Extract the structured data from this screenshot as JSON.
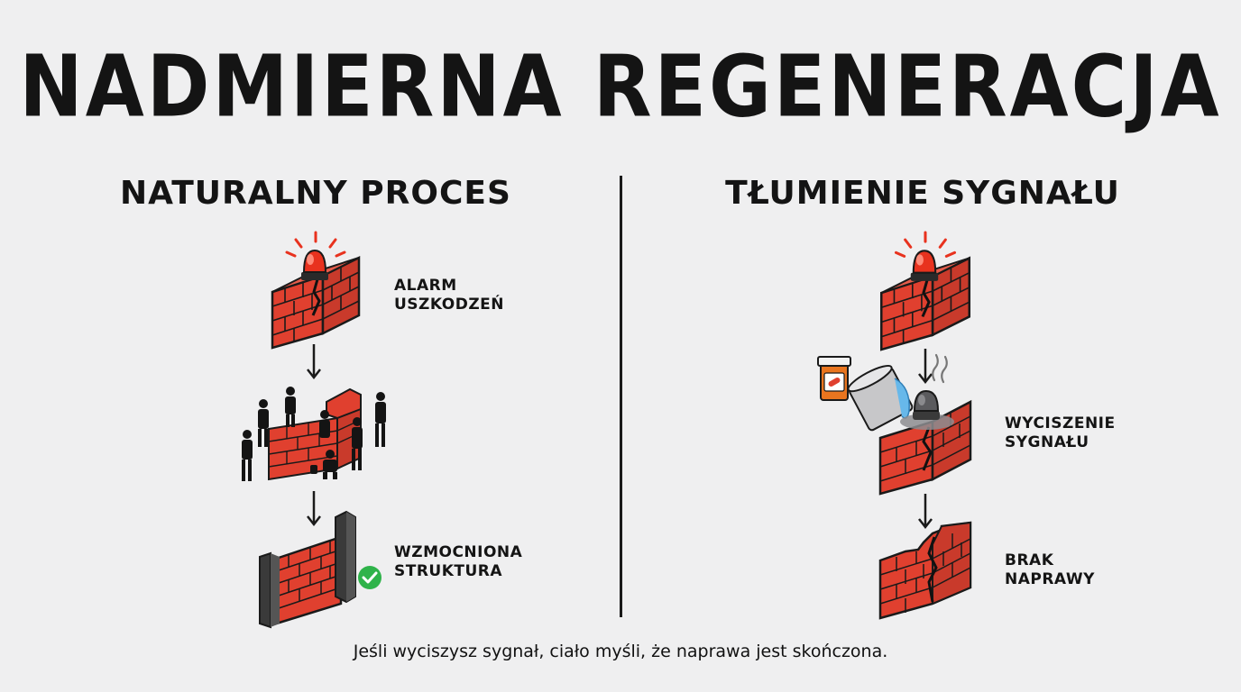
{
  "title": "NADMIERNA REGENERACJA",
  "left": {
    "heading": "NATURALNY PROCES",
    "steps": [
      {
        "label": "ALARM\nUSZKODZEŃ",
        "icon": "alarm-wall-icon"
      },
      {
        "label": "",
        "icon": "workers-repair-icon"
      },
      {
        "label": "WZMOCNIONA\nSTRUKTURA",
        "icon": "reinforced-wall-icon",
        "badge": "check-icon"
      }
    ]
  },
  "right": {
    "heading": "TŁUMIENIE SYGNAŁU",
    "steps": [
      {
        "label": "",
        "icon": "alarm-wall-icon"
      },
      {
        "label": "WYCISZENIE\nSYGNAŁU",
        "icon": "silenced-alarm-wall-icon"
      },
      {
        "label": "BRAK\nNAPRAWY",
        "icon": "broken-wall-icon"
      }
    ]
  },
  "caption": "Jeśli wyciszysz sygnał, ciało myśli, że naprawa jest skończona.",
  "colors": {
    "brick": "#e0402f",
    "mortar": "#1a1a1a",
    "alarm": "#e8321e",
    "check": "#2fb34a",
    "pill": "#e9751f"
  }
}
